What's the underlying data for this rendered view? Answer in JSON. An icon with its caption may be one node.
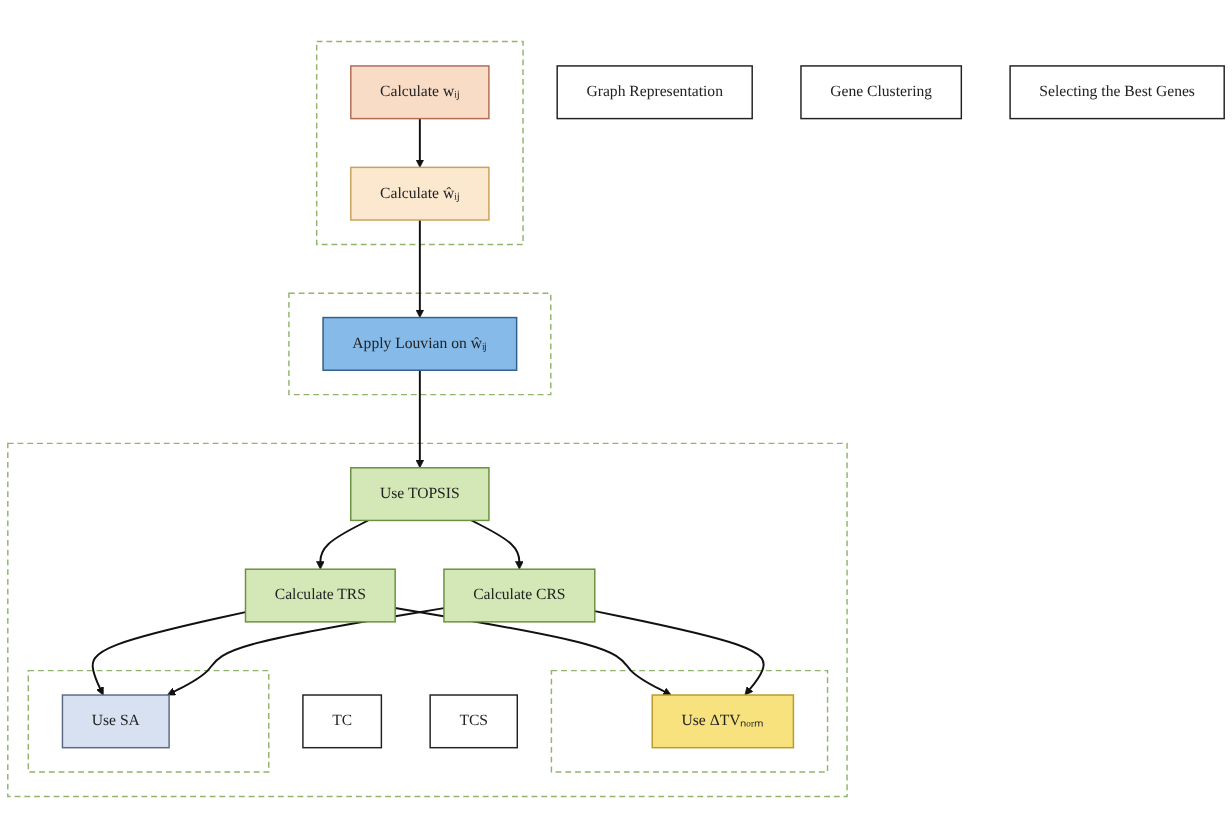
{
  "diagram": {
    "nodes": [
      {
        "text": [
          "Graph Representation"
        ]
      },
      {
        "text": [],
        "shape": "box"
      },
      {
        "text": [
          "Calculate wᵢⱼ"
        ],
        "in": 1
      },
      {
        "text": [
          "Calculate ŵᵢⱼ"
        ],
        "in": 1
      },
      {
        "text": [
          "Gene Clustering"
        ]
      },
      {
        "text": [],
        "shape": "box"
      },
      {
        "text": [
          "Apply Louvian on ŵᵢⱼ"
        ],
        "in": 5
      },
      {
        "text": [
          "Selecting the Best Genes"
        ]
      },
      {
        "text": [],
        "shape": "box"
      },
      {
        "text": [
          "Use TOPSIS"
        ],
        "in": 8
      },
      {
        "text": [
          "Calculate TRS"
        ],
        "in": 8
      },
      {
        "text": [
          "Calculate CRS"
        ],
        "in": 8
      },
      {
        "text": [
          "TC"
        ],
        "in": 8
      },
      {
        "text": [],
        "shape": "box",
        "in": 8
      },
      {
        "text": [
          "Use ΔTVₙₒᵣₘ"
        ],
        "in": 13
      },
      {
        "text": [],
        "shape": "box",
        "in": 8
      },
      {
        "text": [
          "Use SA"
        ],
        "in": 15
      },
      {
        "text": [
          "TCS"
        ],
        "in": 8
      }
    ],
    "edges": [
      {
        "from": 2,
        "to": 3,
        "arrow": "to"
      },
      {
        "from": 3,
        "to": 6,
        "arrow": "to"
      },
      {
        "from": 6,
        "to": 9,
        "arrow": "to"
      },
      {
        "from": 9,
        "to": 10,
        "arrow": "to"
      },
      {
        "from": 9,
        "to": 11,
        "arrow": "to"
      },
      {
        "from": 10,
        "to": 14,
        "arrow": "to"
      },
      {
        "from": 10,
        "to": 16,
        "arrow": "to"
      },
      {
        "from": 11,
        "to": 14,
        "arrow": "to"
      },
      {
        "from": 11,
        "to": 16,
        "arrow": "to"
      }
    ]
  }
}
